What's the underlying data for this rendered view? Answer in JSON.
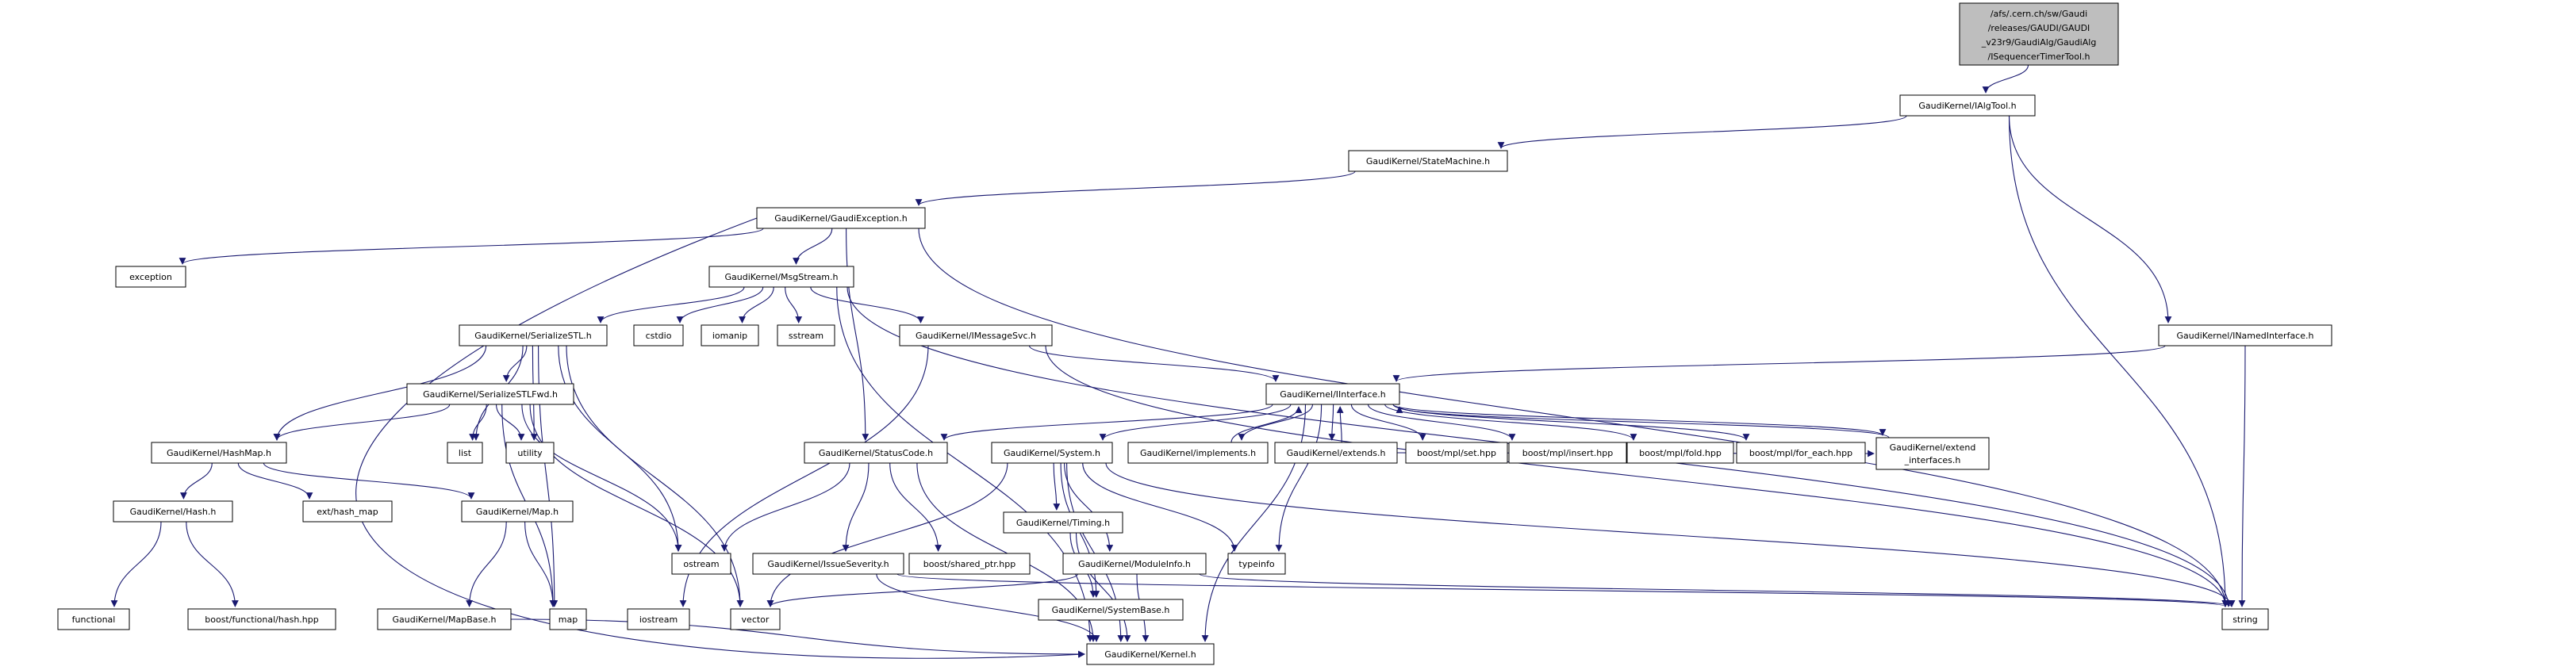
{
  "diagram": {
    "type": "include-dependency-graph",
    "colors": {
      "edge": "#191970",
      "node_border": "#000000",
      "node_fill": "#ffffff",
      "root_fill": "#bebebe",
      "text": "#000000",
      "background": "#ffffff"
    },
    "nodes": {
      "root": {
        "lines": [
          "/afs/.cern.ch/sw/Gaudi",
          "/releases/GAUDI/GAUDI",
          "_v23r9/GaudiAlg/GaudiAlg",
          "/ISequencerTimerTool.h"
        ]
      },
      "ialgtool": {
        "label": "GaudiKernel/IAlgTool.h"
      },
      "statemachine": {
        "label": "GaudiKernel/StateMachine.h"
      },
      "gaudiexception": {
        "label": "GaudiKernel/GaudiException.h"
      },
      "exception": {
        "label": "exception"
      },
      "msgstream": {
        "label": "GaudiKernel/MsgStream.h"
      },
      "serializestl": {
        "label": "GaudiKernel/SerializeSTL.h"
      },
      "cstdio": {
        "label": "cstdio"
      },
      "iomanip": {
        "label": "iomanip"
      },
      "sstream": {
        "label": "sstream"
      },
      "imessagesvc": {
        "label": "GaudiKernel/IMessageSvc.h"
      },
      "inamedinterface": {
        "label": "GaudiKernel/INamedInterface.h"
      },
      "serializestlfwd": {
        "label": "GaudiKernel/SerializeSTLFwd.h"
      },
      "iinterface": {
        "label": "GaudiKernel/IInterface.h"
      },
      "hashmap": {
        "label": "GaudiKernel/HashMap.h"
      },
      "list": {
        "label": "list"
      },
      "utility": {
        "label": "utility"
      },
      "statuscode": {
        "label": "GaudiKernel/StatusCode.h"
      },
      "system": {
        "label": "GaudiKernel/System.h"
      },
      "implements": {
        "label": "GaudiKernel/implements.h"
      },
      "extends": {
        "label": "GaudiKernel/extends.h"
      },
      "mplset": {
        "label": "boost/mpl/set.hpp"
      },
      "mplinsert": {
        "label": "boost/mpl/insert.hpp"
      },
      "mplfold": {
        "label": "boost/mpl/fold.hpp"
      },
      "mplforeach": {
        "label": "boost/mpl/for_each.hpp"
      },
      "extendinterfaces": {
        "lines": [
          "GaudiKernel/extend",
          "_interfaces.h"
        ]
      },
      "hash": {
        "label": "GaudiKernel/Hash.h"
      },
      "exthashmap": {
        "label": "ext/hash_map"
      },
      "gmap": {
        "label": "GaudiKernel/Map.h"
      },
      "ostream": {
        "label": "ostream"
      },
      "issueseverity": {
        "label": "GaudiKernel/IssueSeverity.h"
      },
      "sharedptr": {
        "label": "boost/shared_ptr.hpp"
      },
      "moduleinfo": {
        "label": "GaudiKernel/ModuleInfo.h"
      },
      "typeinfo": {
        "label": "typeinfo"
      },
      "timing": {
        "label": "GaudiKernel/Timing.h"
      },
      "functional": {
        "label": "functional"
      },
      "boostfunchash": {
        "label": "boost/functional/hash.hpp"
      },
      "mapbase": {
        "label": "GaudiKernel/MapBase.h"
      },
      "stdmap": {
        "label": "map"
      },
      "iostream": {
        "label": "iostream"
      },
      "vector": {
        "label": "vector"
      },
      "systembase": {
        "label": "GaudiKernel/SystemBase.h"
      },
      "string": {
        "label": "string"
      },
      "kernel": {
        "label": "GaudiKernel/Kernel.h"
      }
    },
    "edges": [
      {
        "f": "root",
        "t": "ialgtool"
      },
      {
        "f": "ialgtool",
        "t": "statemachine"
      },
      {
        "f": "ialgtool",
        "t": "inamedinterface"
      },
      {
        "f": "ialgtool",
        "t": "string"
      },
      {
        "f": "statemachine",
        "t": "gaudiexception"
      },
      {
        "f": "gaudiexception",
        "t": "exception"
      },
      {
        "f": "gaudiexception",
        "t": "msgstream"
      },
      {
        "f": "gaudiexception",
        "t": "statuscode"
      },
      {
        "f": "gaudiexception",
        "t": "kernel",
        "ss": "left",
        "ts": "left",
        "c1": [
          40,
          620
        ],
        "c2": [
          480,
          870
        ]
      },
      {
        "f": "gaudiexception",
        "t": "string"
      },
      {
        "f": "msgstream",
        "t": "serializestl"
      },
      {
        "f": "msgstream",
        "t": "cstdio"
      },
      {
        "f": "msgstream",
        "t": "iomanip"
      },
      {
        "f": "msgstream",
        "t": "sstream"
      },
      {
        "f": "msgstream",
        "t": "imessagesvc"
      },
      {
        "f": "msgstream",
        "t": "kernel"
      },
      {
        "f": "msgstream",
        "t": "string"
      },
      {
        "f": "serializestl",
        "t": "serializestlfwd"
      },
      {
        "f": "serializestl",
        "t": "hashmap"
      },
      {
        "f": "serializestl",
        "t": "list"
      },
      {
        "f": "serializestl",
        "t": "utility"
      },
      {
        "f": "serializestl",
        "t": "stdmap"
      },
      {
        "f": "serializestl",
        "t": "ostream"
      },
      {
        "f": "serializestl",
        "t": "vector"
      },
      {
        "f": "serializestlfwd",
        "t": "hashmap"
      },
      {
        "f": "serializestlfwd",
        "t": "list"
      },
      {
        "f": "serializestlfwd",
        "t": "utility"
      },
      {
        "f": "serializestlfwd",
        "t": "stdmap"
      },
      {
        "f": "serializestlfwd",
        "t": "ostream"
      },
      {
        "f": "serializestlfwd",
        "t": "vector"
      },
      {
        "f": "hashmap",
        "t": "hash"
      },
      {
        "f": "hashmap",
        "t": "exthashmap"
      },
      {
        "f": "hashmap",
        "t": "gmap"
      },
      {
        "f": "hash",
        "t": "functional"
      },
      {
        "f": "hash",
        "t": "boostfunchash"
      },
      {
        "f": "gmap",
        "t": "mapbase"
      },
      {
        "f": "gmap",
        "t": "stdmap"
      },
      {
        "f": "mapbase",
        "t": "kernel"
      },
      {
        "f": "imessagesvc",
        "t": "iinterface"
      },
      {
        "f": "imessagesvc",
        "t": "string"
      },
      {
        "f": "imessagesvc",
        "t": "iostream"
      },
      {
        "f": "inamedinterface",
        "t": "iinterface"
      },
      {
        "f": "inamedinterface",
        "t": "string"
      },
      {
        "f": "iinterface",
        "t": "kernel"
      },
      {
        "f": "iinterface",
        "t": "statuscode"
      },
      {
        "f": "iinterface",
        "t": "system"
      },
      {
        "f": "iinterface",
        "t": "typeinfo"
      },
      {
        "f": "iinterface",
        "t": "implements"
      },
      {
        "f": "iinterface",
        "t": "extends"
      },
      {
        "f": "iinterface",
        "t": "extendinterfaces"
      },
      {
        "f": "iinterface",
        "t": "mplset"
      },
      {
        "f": "iinterface",
        "t": "mplinsert"
      },
      {
        "f": "iinterface",
        "t": "mplfold"
      },
      {
        "f": "iinterface",
        "t": "mplforeach"
      },
      {
        "f": "implements",
        "t": "iinterface"
      },
      {
        "f": "extends",
        "t": "iinterface"
      },
      {
        "f": "extends",
        "t": "extendinterfaces"
      },
      {
        "f": "extendinterfaces",
        "t": "iinterface"
      },
      {
        "f": "statuscode",
        "t": "kernel"
      },
      {
        "f": "statuscode",
        "t": "issueseverity"
      },
      {
        "f": "statuscode",
        "t": "sharedptr"
      },
      {
        "f": "statuscode",
        "t": "ostream"
      },
      {
        "f": "issueseverity",
        "t": "kernel"
      },
      {
        "f": "issueseverity",
        "t": "string"
      },
      {
        "f": "system",
        "t": "kernel"
      },
      {
        "f": "system",
        "t": "systembase"
      },
      {
        "f": "system",
        "t": "timing"
      },
      {
        "f": "system",
        "t": "moduleinfo"
      },
      {
        "f": "system",
        "t": "string"
      },
      {
        "f": "system",
        "t": "vector"
      },
      {
        "f": "system",
        "t": "typeinfo"
      },
      {
        "f": "timing",
        "t": "kernel"
      },
      {
        "f": "timing",
        "t": "systembase"
      },
      {
        "f": "moduleinfo",
        "t": "kernel"
      },
      {
        "f": "moduleinfo",
        "t": "string"
      },
      {
        "f": "moduleinfo",
        "t": "vector"
      }
    ]
  }
}
